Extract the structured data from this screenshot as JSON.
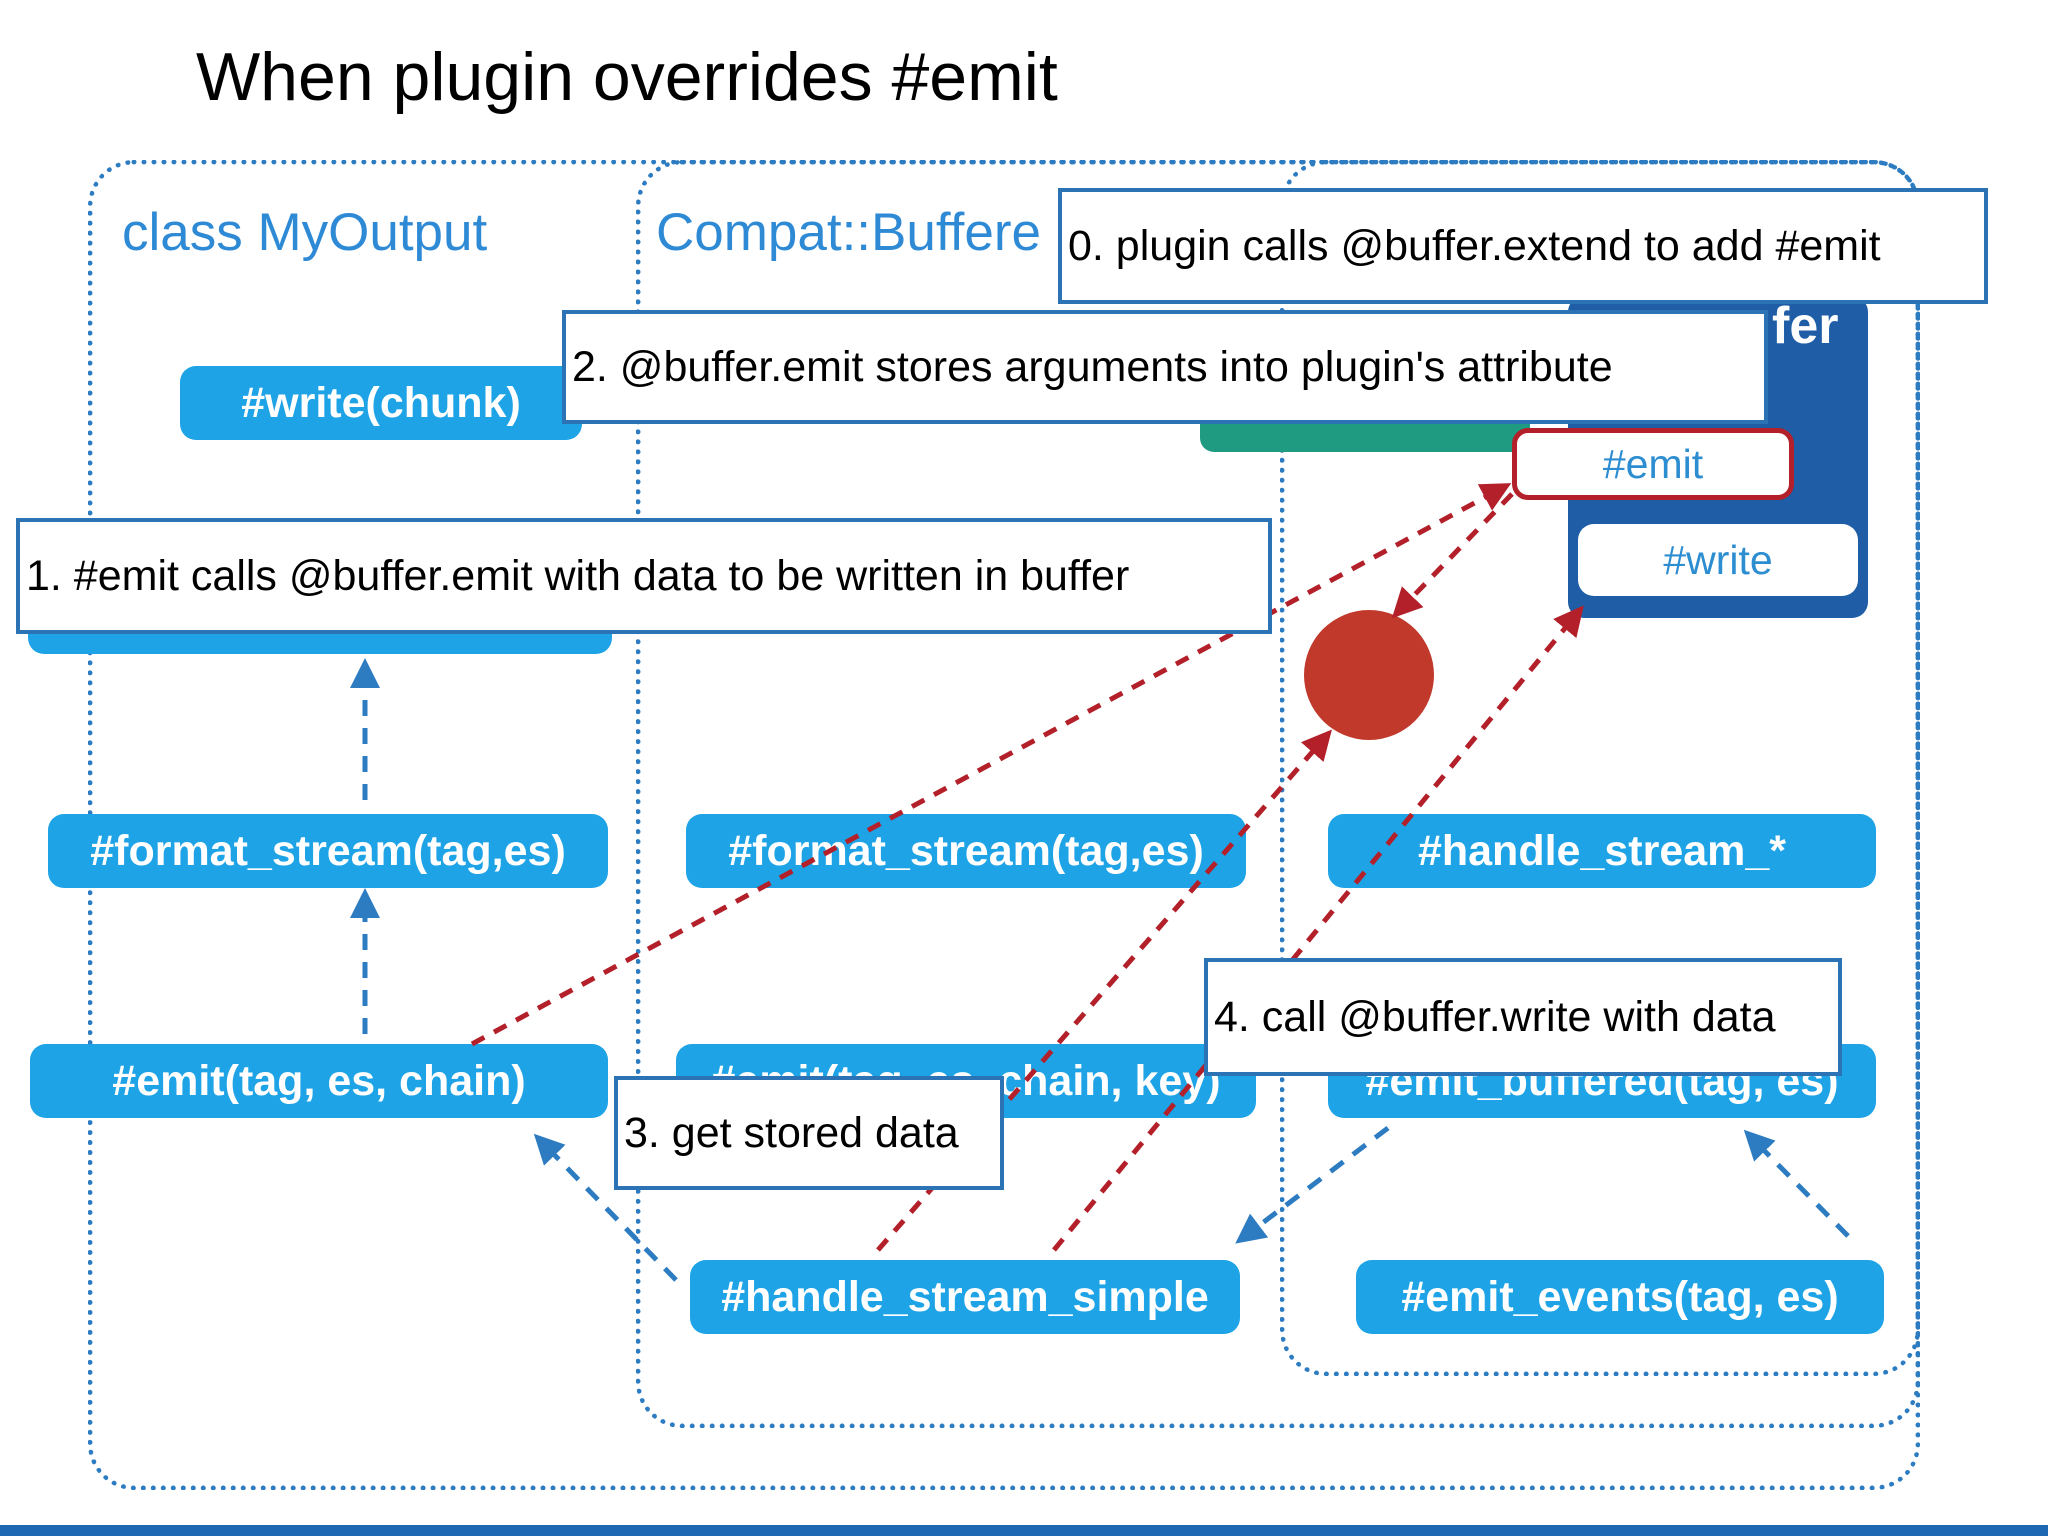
{
  "title": "When plugin overrides #emit",
  "frames": {
    "my_output": {
      "heading": "class MyOutput"
    },
    "compat": {
      "heading": "Compat::Buffere"
    },
    "buffer": {
      "heading": "fer"
    }
  },
  "methods": {
    "write_chunk": "#write(chunk)",
    "format_stream_left": "#format_stream(tag,es)",
    "emit_left": "#emit(tag, es, chain)",
    "format_stream_mid": "#format_stream(tag,es)",
    "emit_mid": "#emit(tag, es, chain, key)",
    "handle_stream_simple": "#handle_stream_simple",
    "handle_stream_any": "#handle_stream_*",
    "emit_buffered": "#emit_buffered(tag, es)",
    "emit_events": "#emit_events(tag, es)"
  },
  "buffer_methods": {
    "emit": "#emit",
    "write": "#write"
  },
  "notes": {
    "step0": "0. plugin calls @buffer.extend to add #emit",
    "step1": "1. #emit calls @buffer.emit with data to be written in buffer",
    "step2": "2. @buffer.emit stores arguments into plugin's attribute",
    "step3": "3. get stored data",
    "step4": "4. call @buffer.write with data"
  },
  "colors": {
    "pill": "#1ea3e6",
    "frame": "#2d7cc1",
    "heading": "#2f8ad6",
    "buffer_box": "#1f5ea6",
    "highlight_border": "#b3202a",
    "data_dot": "#c0392b",
    "flow_arrow": "#b3202a",
    "call_arrow": "#2d7cc1",
    "teal_bar": "#1f9b82"
  }
}
